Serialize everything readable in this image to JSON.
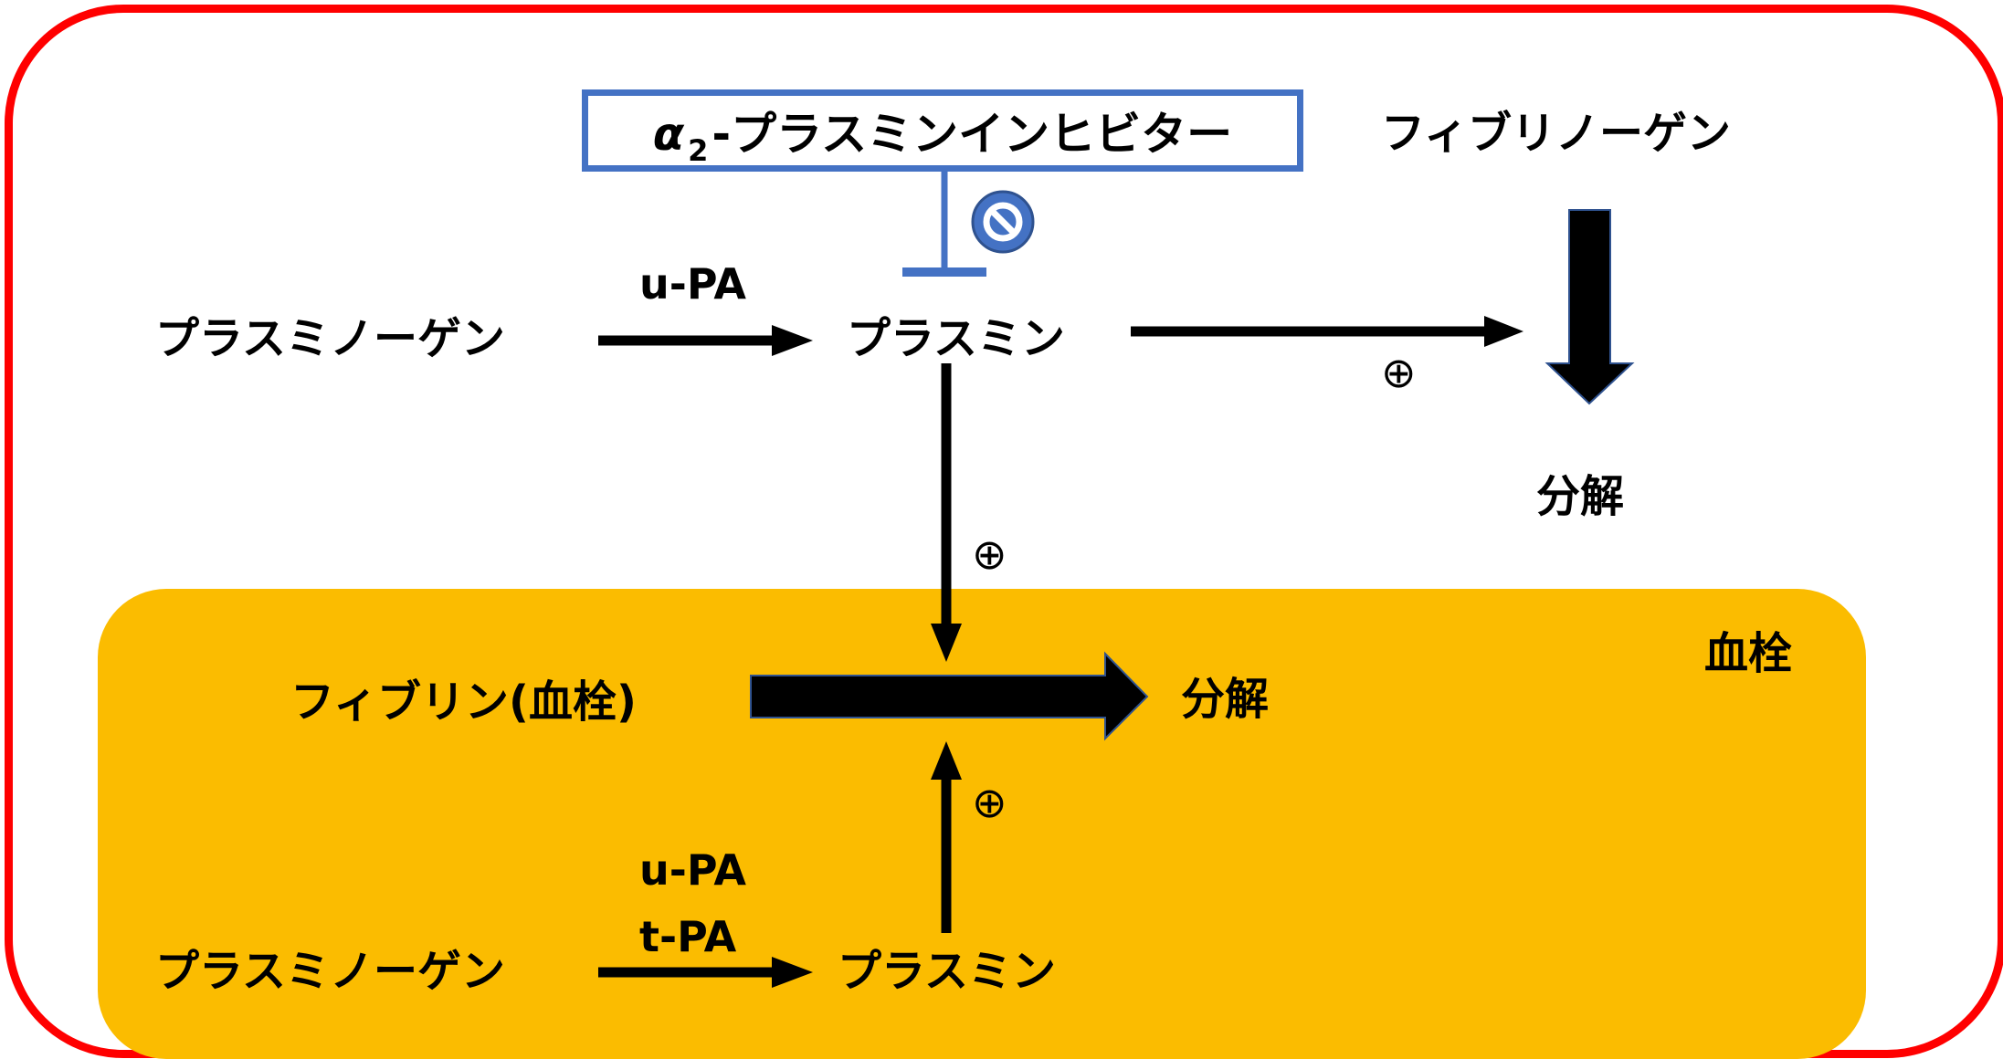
{
  "colors": {
    "frame": "#ff0000",
    "clot_area": "#fbbc00",
    "inhibitor": "#4472c4",
    "arrow": "#000000"
  },
  "inhibitor": {
    "alpha": "α",
    "subscript": "2",
    "name": "-プラスミンインヒビター",
    "symbol_icon": "prohibition-icon"
  },
  "top_pathway": {
    "substrate": "プラスミノーゲン",
    "enzyme": "u-PA",
    "product": "プラスミン",
    "target": "フィブリノーゲン",
    "result": "分解",
    "sign": "⊕"
  },
  "vertical_sign": "⊕",
  "clot": {
    "area_label": "血栓",
    "fibrin": "フィブリン(血栓)",
    "result": "分解",
    "sign": "⊕",
    "substrate": "プラスミノーゲン",
    "enzyme_1": "u-PA",
    "enzyme_2": "t-PA",
    "product": "プラスミン"
  }
}
